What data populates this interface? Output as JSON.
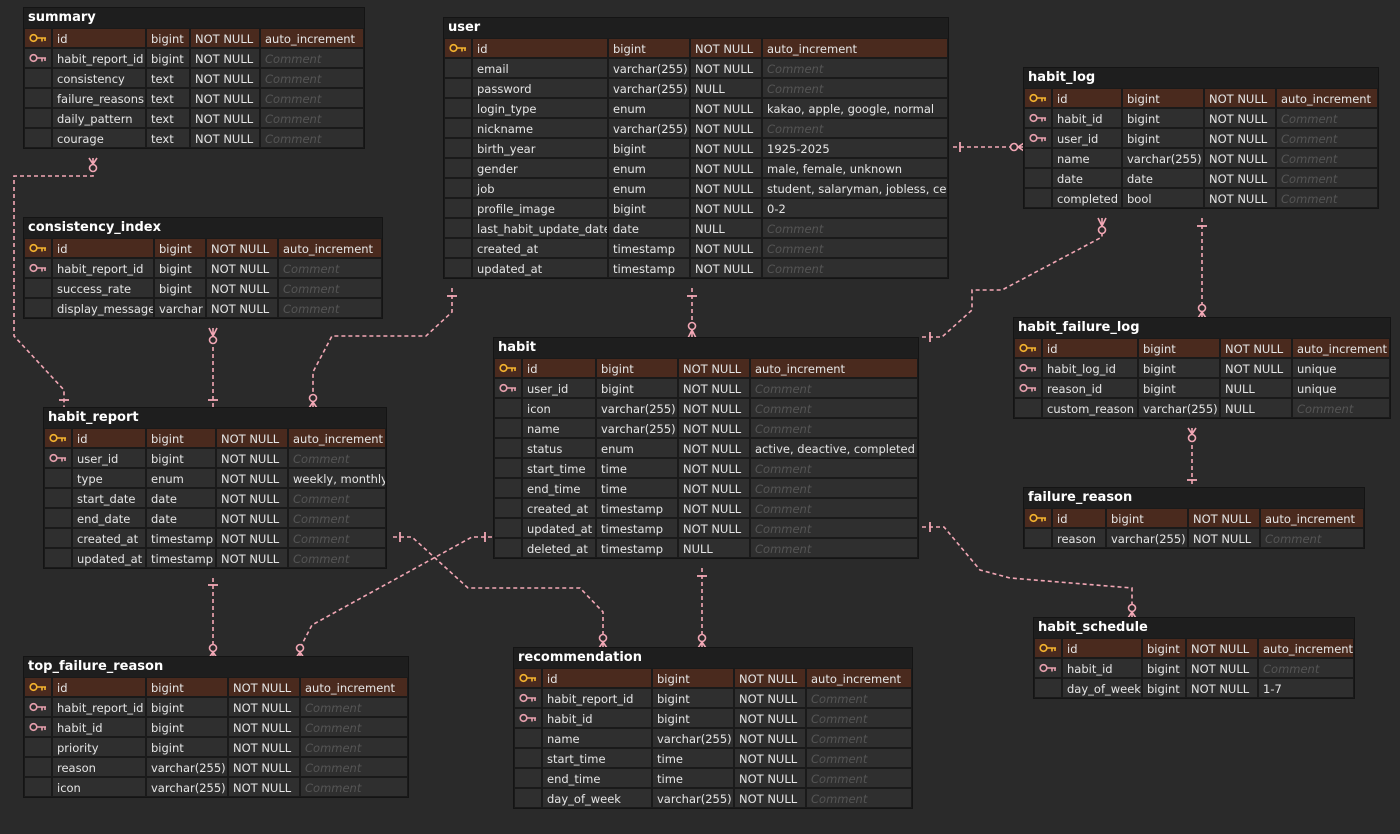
{
  "colors": {
    "background": "#2a2a2a",
    "pk_row": "#4a2a1e",
    "pk_icon": "#f5b32e",
    "fk_icon": "#e8a0ae",
    "relation_line": "#f2a7b5"
  },
  "comment_placeholder": "Comment",
  "tables": [
    {
      "name": "summary",
      "rows": [
        {
          "key": "pk",
          "field": "id",
          "type": "bigint",
          "null": "NOT NULL",
          "comment": "auto_increment"
        },
        {
          "key": "fk",
          "field": "habit_report_id",
          "type": "bigint",
          "null": "NOT NULL",
          "comment": ""
        },
        {
          "key": "",
          "field": "consistency",
          "type": "text",
          "null": "NOT NULL",
          "comment": ""
        },
        {
          "key": "",
          "field": "failure_reasons",
          "type": "text",
          "null": "NOT NULL",
          "comment": ""
        },
        {
          "key": "",
          "field": "daily_pattern",
          "type": "text",
          "null": "NOT NULL",
          "comment": ""
        },
        {
          "key": "",
          "field": "courage",
          "type": "text",
          "null": "NOT NULL",
          "comment": ""
        }
      ]
    },
    {
      "name": "consistency_index",
      "rows": [
        {
          "key": "pk",
          "field": "id",
          "type": "bigint",
          "null": "NOT NULL",
          "comment": "auto_increment"
        },
        {
          "key": "fk",
          "field": "habit_report_id",
          "type": "bigint",
          "null": "NOT NULL",
          "comment": ""
        },
        {
          "key": "",
          "field": "success_rate",
          "type": "bigint",
          "null": "NOT NULL",
          "comment": ""
        },
        {
          "key": "",
          "field": "display_message",
          "type": "varchar",
          "null": "NOT NULL",
          "comment": ""
        }
      ]
    },
    {
      "name": "habit_report",
      "rows": [
        {
          "key": "pk",
          "field": "id",
          "type": "bigint",
          "null": "NOT NULL",
          "comment": "auto_increment"
        },
        {
          "key": "fk",
          "field": "user_id",
          "type": "bigint",
          "null": "NOT NULL",
          "comment": ""
        },
        {
          "key": "",
          "field": "type",
          "type": "enum",
          "null": "NOT NULL",
          "comment": "weekly, monthly"
        },
        {
          "key": "",
          "field": "start_date",
          "type": "date",
          "null": "NOT NULL",
          "comment": ""
        },
        {
          "key": "",
          "field": "end_date",
          "type": "date",
          "null": "NOT NULL",
          "comment": ""
        },
        {
          "key": "",
          "field": "created_at",
          "type": "timestamp",
          "null": "NOT NULL",
          "comment": ""
        },
        {
          "key": "",
          "field": "updated_at",
          "type": "timestamp",
          "null": "NOT NULL",
          "comment": ""
        }
      ]
    },
    {
      "name": "top_failure_reason",
      "rows": [
        {
          "key": "pk",
          "field": "id",
          "type": "bigint",
          "null": "NOT NULL",
          "comment": "auto_increment"
        },
        {
          "key": "fk",
          "field": "habit_report_id",
          "type": "bigint",
          "null": "NOT NULL",
          "comment": ""
        },
        {
          "key": "fk",
          "field": "habit_id",
          "type": "bigint",
          "null": "NOT NULL",
          "comment": ""
        },
        {
          "key": "",
          "field": "priority",
          "type": "bigint",
          "null": "NOT NULL",
          "comment": ""
        },
        {
          "key": "",
          "field": "reason",
          "type": "varchar(255)",
          "null": "NOT NULL",
          "comment": ""
        },
        {
          "key": "",
          "field": "icon",
          "type": "varchar(255)",
          "null": "NOT NULL",
          "comment": ""
        }
      ]
    },
    {
      "name": "user",
      "rows": [
        {
          "key": "pk",
          "field": "id",
          "type": "bigint",
          "null": "NOT NULL",
          "comment": "auto_increment"
        },
        {
          "key": "",
          "field": "email",
          "type": "varchar(255)",
          "null": "NOT NULL",
          "comment": ""
        },
        {
          "key": "",
          "field": "password",
          "type": "varchar(255)",
          "null": "NULL",
          "comment": ""
        },
        {
          "key": "",
          "field": "login_type",
          "type": "enum",
          "null": "NOT NULL",
          "comment": "kakao, apple, google, normal"
        },
        {
          "key": "",
          "field": "nickname",
          "type": "varchar(255)",
          "null": "NOT NULL",
          "comment": ""
        },
        {
          "key": "",
          "field": "birth_year",
          "type": "bigint",
          "null": "NOT NULL",
          "comment": "1925-2025"
        },
        {
          "key": "",
          "field": "gender",
          "type": "enum",
          "null": "NOT NULL",
          "comment": "male, female, unknown"
        },
        {
          "key": "",
          "field": "job",
          "type": "enum",
          "null": "NOT NULL",
          "comment": "student, salaryman, jobless, ceo"
        },
        {
          "key": "",
          "field": "profile_image",
          "type": "bigint",
          "null": "NOT NULL",
          "comment": "0-2"
        },
        {
          "key": "",
          "field": "last_habit_update_date",
          "type": "date",
          "null": "NULL",
          "comment": ""
        },
        {
          "key": "",
          "field": "created_at",
          "type": "timestamp",
          "null": "NOT NULL",
          "comment": ""
        },
        {
          "key": "",
          "field": "updated_at",
          "type": "timestamp",
          "null": "NOT NULL",
          "comment": ""
        }
      ]
    },
    {
      "name": "habit",
      "rows": [
        {
          "key": "pk",
          "field": "id",
          "type": "bigint",
          "null": "NOT NULL",
          "comment": "auto_increment"
        },
        {
          "key": "fk",
          "field": "user_id",
          "type": "bigint",
          "null": "NOT NULL",
          "comment": ""
        },
        {
          "key": "",
          "field": "icon",
          "type": "varchar(255)",
          "null": "NOT NULL",
          "comment": ""
        },
        {
          "key": "",
          "field": "name",
          "type": "varchar(255)",
          "null": "NOT NULL",
          "comment": ""
        },
        {
          "key": "",
          "field": "status",
          "type": "enum",
          "null": "NOT NULL",
          "comment": "active,  deactive, completed"
        },
        {
          "key": "",
          "field": "start_time",
          "type": "time",
          "null": "NOT NULL",
          "comment": ""
        },
        {
          "key": "",
          "field": "end_time",
          "type": "time",
          "null": "NOT NULL",
          "comment": ""
        },
        {
          "key": "",
          "field": "created_at",
          "type": "timestamp",
          "null": "NOT NULL",
          "comment": ""
        },
        {
          "key": "",
          "field": "updated_at",
          "type": "timestamp",
          "null": "NOT NULL",
          "comment": ""
        },
        {
          "key": "",
          "field": "deleted_at",
          "type": "timestamp",
          "null": "NULL",
          "comment": ""
        }
      ]
    },
    {
      "name": "recommendation",
      "rows": [
        {
          "key": "pk",
          "field": "id",
          "type": "bigint",
          "null": "NOT NULL",
          "comment": "auto_increment"
        },
        {
          "key": "fk",
          "field": "habit_report_id",
          "type": "bigint",
          "null": "NOT NULL",
          "comment": ""
        },
        {
          "key": "fk",
          "field": "habit_id",
          "type": "bigint",
          "null": "NOT NULL",
          "comment": ""
        },
        {
          "key": "",
          "field": "name",
          "type": "varchar(255)",
          "null": "NOT NULL",
          "comment": ""
        },
        {
          "key": "",
          "field": "start_time",
          "type": "time",
          "null": "NOT NULL",
          "comment": ""
        },
        {
          "key": "",
          "field": "end_time",
          "type": "time",
          "null": "NOT NULL",
          "comment": ""
        },
        {
          "key": "",
          "field": "day_of_week",
          "type": "varchar(255)",
          "null": "NOT NULL",
          "comment": ""
        }
      ]
    },
    {
      "name": "habit_log",
      "rows": [
        {
          "key": "pk",
          "field": "id",
          "type": "bigint",
          "null": "NOT NULL",
          "comment": "auto_increment"
        },
        {
          "key": "fk",
          "field": "habit_id",
          "type": "bigint",
          "null": "NOT NULL",
          "comment": ""
        },
        {
          "key": "fk",
          "field": "user_id",
          "type": "bigint",
          "null": "NOT NULL",
          "comment": ""
        },
        {
          "key": "",
          "field": "name",
          "type": "varchar(255)",
          "null": "NOT NULL",
          "comment": ""
        },
        {
          "key": "",
          "field": "date",
          "type": "date",
          "null": "NOT NULL",
          "comment": ""
        },
        {
          "key": "",
          "field": "completed",
          "type": "bool",
          "null": "NOT NULL",
          "comment": ""
        }
      ]
    },
    {
      "name": "habit_failure_log",
      "rows": [
        {
          "key": "pk",
          "field": "id",
          "type": "bigint",
          "null": "NOT NULL",
          "comment": "auto_increment"
        },
        {
          "key": "fk",
          "field": "habit_log_id",
          "type": "bigint",
          "null": "NOT NULL",
          "comment": "unique"
        },
        {
          "key": "fk",
          "field": "reason_id",
          "type": "bigint",
          "null": "NULL",
          "comment": "unique"
        },
        {
          "key": "",
          "field": "custom_reason",
          "type": "varchar(255)",
          "null": "NULL",
          "comment": ""
        }
      ]
    },
    {
      "name": "failure_reason",
      "rows": [
        {
          "key": "pk",
          "field": "id",
          "type": "bigint",
          "null": "NOT NULL",
          "comment": "auto_increment"
        },
        {
          "key": "",
          "field": "reason",
          "type": "varchar(255)",
          "null": "NOT NULL",
          "comment": ""
        }
      ]
    },
    {
      "name": "habit_schedule",
      "rows": [
        {
          "key": "pk",
          "field": "id",
          "type": "bigint",
          "null": "NOT NULL",
          "comment": "auto_increment"
        },
        {
          "key": "fk",
          "field": "habit_id",
          "type": "bigint",
          "null": "NOT NULL",
          "comment": ""
        },
        {
          "key": "",
          "field": "day_of_week",
          "type": "bigint",
          "null": "NOT NULL",
          "comment": "1-7"
        }
      ]
    }
  ]
}
